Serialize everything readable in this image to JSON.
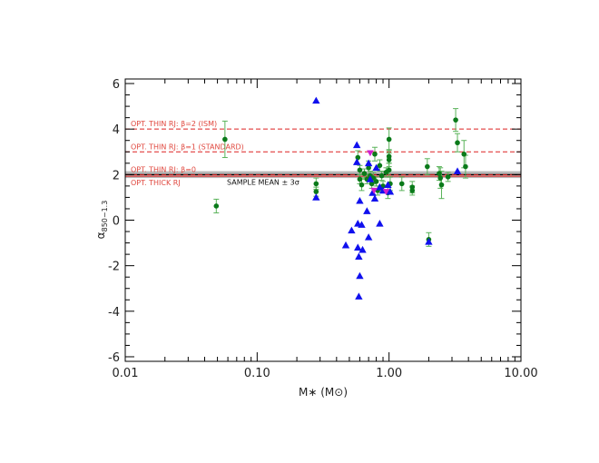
{
  "chart_data": {
    "type": "scatter",
    "title": "",
    "xlabel": "M∗ (M⊙)",
    "ylabel": "α850–1.3",
    "ylabel_main": "α",
    "ylabel_sub": "850−1.3",
    "xscale": "log",
    "xlim": [
      0.01,
      10
    ],
    "ylim": [
      -6.2,
      6.2
    ],
    "grid": false,
    "legend": "none",
    "x_ticks": [
      0.01,
      0.1,
      1,
      10
    ],
    "x_tick_labels": [
      "0.01",
      "0.10",
      "1.00",
      "10.00"
    ],
    "y_ticks": [
      -6,
      -4,
      -2,
      0,
      2,
      4,
      6
    ],
    "y_tick_labels": [
      "-6",
      "-4",
      "-2",
      "0",
      "2",
      "4",
      "6"
    ],
    "colors": {
      "detections": "#0a7a1a",
      "errorbars": "#5ab35a",
      "limits": "#1010ee",
      "special": "#d020d0",
      "reference_lines": "#dd2222",
      "mean_band": "#b8b8b8",
      "mean_line": "#000000"
    },
    "reference_lines": [
      {
        "y": 4.0,
        "label": "OPT. THIN RJ: β=2 (ISM)",
        "style": "dashed"
      },
      {
        "y": 3.0,
        "label": "OPT. THIN RJ: β=1 (STANDARD)",
        "style": "dashed"
      },
      {
        "y": 2.0,
        "label": "OPT. THIN RJ: β=0",
        "style": "dashed"
      },
      {
        "y": 1.93,
        "label": "OPT. THICK RJ",
        "style": "solid"
      }
    ],
    "sample_mean": {
      "y": 2.0,
      "band": [
        1.85,
        2.15
      ],
      "label": "SAMPLE MEAN ± 3σ"
    },
    "series": [
      {
        "marker": "circle",
        "points": [
          {
            "x": 0.049,
            "y": 0.62,
            "err": 0.3
          },
          {
            "x": 0.057,
            "y": 3.55,
            "err": 0.8
          },
          {
            "x": 0.28,
            "y": 1.6,
            "err": 0.25
          },
          {
            "x": 0.28,
            "y": 1.25,
            "err": 0.2
          },
          {
            "x": 0.58,
            "y": 2.75,
            "err": 0.3
          },
          {
            "x": 0.6,
            "y": 2.2,
            "err": 0.2
          },
          {
            "x": 0.6,
            "y": 1.8,
            "err": 0.2
          },
          {
            "x": 0.62,
            "y": 1.55,
            "err": 0.25
          },
          {
            "x": 0.65,
            "y": 2.05,
            "err": 0.2
          },
          {
            "x": 0.68,
            "y": 1.8,
            "err": 0.2
          },
          {
            "x": 0.7,
            "y": 2.3,
            "err": 0.3
          },
          {
            "x": 0.72,
            "y": 1.95,
            "err": 0.2
          },
          {
            "x": 0.74,
            "y": 1.6,
            "err": 0.2
          },
          {
            "x": 0.76,
            "y": 1.85,
            "err": 0.25
          },
          {
            "x": 0.78,
            "y": 2.9,
            "err": 0.3
          },
          {
            "x": 0.8,
            "y": 1.7,
            "err": 0.2
          },
          {
            "x": 0.82,
            "y": 1.3,
            "err": 0.2
          },
          {
            "x": 0.85,
            "y": 2.4,
            "err": 0.25
          },
          {
            "x": 0.88,
            "y": 1.95,
            "err": 0.2
          },
          {
            "x": 0.9,
            "y": 1.5,
            "err": 0.2
          },
          {
            "x": 0.95,
            "y": 2.1,
            "err": 0.2
          },
          {
            "x": 0.98,
            "y": 1.2,
            "err": 0.25
          },
          {
            "x": 1.0,
            "y": 3.55,
            "err": 0.5
          },
          {
            "x": 1.0,
            "y": 2.8,
            "err": 0.3
          },
          {
            "x": 1.0,
            "y": 2.65,
            "err": 0.3
          },
          {
            "x": 1.0,
            "y": 2.2,
            "err": 0.3
          },
          {
            "x": 1.02,
            "y": 1.6,
            "err": 0.3
          },
          {
            "x": 1.25,
            "y": 1.6,
            "err": 0.3
          },
          {
            "x": 1.5,
            "y": 1.45,
            "err": 0.25
          },
          {
            "x": 1.5,
            "y": 1.3,
            "err": 0.2
          },
          {
            "x": 1.95,
            "y": 2.35,
            "err": 0.35
          },
          {
            "x": 2.0,
            "y": -0.85,
            "err": 0.3
          },
          {
            "x": 2.4,
            "y": 2.05,
            "err": 0.3
          },
          {
            "x": 2.45,
            "y": 1.85,
            "err": 0.45
          },
          {
            "x": 2.5,
            "y": 1.55,
            "err": 0.6
          },
          {
            "x": 2.8,
            "y": 1.9,
            "err": 0.2
          },
          {
            "x": 3.2,
            "y": 4.4,
            "err": 0.5
          },
          {
            "x": 3.3,
            "y": 3.4,
            "err": 0.4
          },
          {
            "x": 3.7,
            "y": 2.9,
            "err": 0.6
          },
          {
            "x": 3.8,
            "y": 2.35,
            "err": 0.5
          }
        ]
      },
      {
        "marker": "triangle-up",
        "points": [
          {
            "x": 0.28,
            "y": 5.25
          },
          {
            "x": 0.28,
            "y": 1.0
          },
          {
            "x": 0.47,
            "y": -1.1
          },
          {
            "x": 0.52,
            "y": -0.45
          },
          {
            "x": 0.57,
            "y": 3.3
          },
          {
            "x": 0.57,
            "y": 2.55
          },
          {
            "x": 0.58,
            "y": -0.15
          },
          {
            "x": 0.58,
            "y": -1.2
          },
          {
            "x": 0.59,
            "y": -1.6
          },
          {
            "x": 0.6,
            "y": 0.85
          },
          {
            "x": 0.6,
            "y": -2.45
          },
          {
            "x": 0.59,
            "y": -3.35
          },
          {
            "x": 0.62,
            "y": -0.2
          },
          {
            "x": 0.63,
            "y": -1.3
          },
          {
            "x": 0.68,
            "y": 0.4
          },
          {
            "x": 0.7,
            "y": -0.75
          },
          {
            "x": 0.7,
            "y": 2.5
          },
          {
            "x": 0.72,
            "y": 1.8
          },
          {
            "x": 0.75,
            "y": 1.2
          },
          {
            "x": 0.78,
            "y": 0.95
          },
          {
            "x": 0.8,
            "y": 2.3
          },
          {
            "x": 0.85,
            "y": -0.15
          },
          {
            "x": 0.85,
            "y": 1.45
          },
          {
            "x": 0.9,
            "y": 1.3
          },
          {
            "x": 0.98,
            "y": 1.55
          },
          {
            "x": 1.02,
            "y": 1.25
          },
          {
            "x": 2.0,
            "y": -0.95
          },
          {
            "x": 3.3,
            "y": 2.15
          }
        ]
      },
      {
        "marker": "triangle-down",
        "points": [
          {
            "x": 0.77,
            "y": 1.3
          },
          {
            "x": 0.95,
            "y": 1.25
          },
          {
            "x": 0.72,
            "y": 2.95
          }
        ]
      }
    ]
  }
}
